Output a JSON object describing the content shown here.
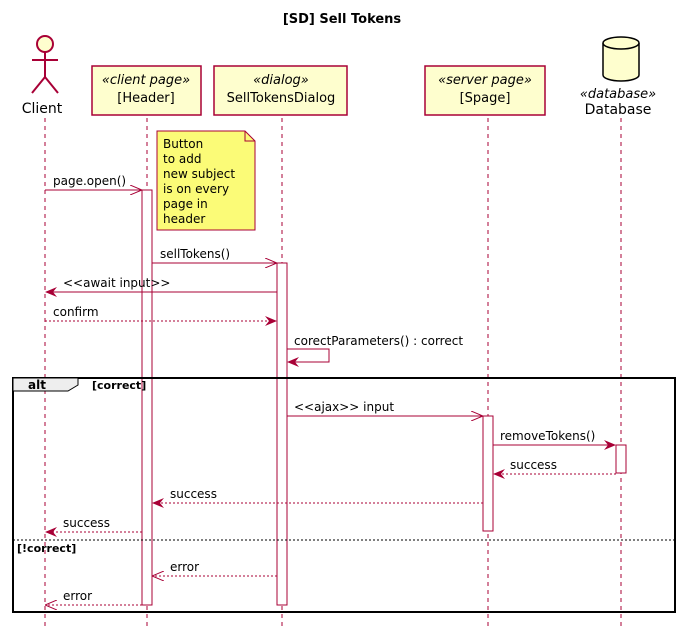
{
  "title": "[SD] Sell Tokens",
  "participants": [
    {
      "id": "client",
      "kind": "actor",
      "stereotype": "",
      "name": "Client"
    },
    {
      "id": "header",
      "kind": "box",
      "stereotype": "«client page»",
      "name": "[Header]"
    },
    {
      "id": "dialog",
      "kind": "box",
      "stereotype": "«dialog»",
      "name": "SellTokensDialog"
    },
    {
      "id": "spage",
      "kind": "box",
      "stereotype": "«server page»",
      "name": "[Spage]"
    },
    {
      "id": "database",
      "kind": "database",
      "stereotype": "«database»",
      "name": "Database"
    }
  ],
  "note": {
    "lines": [
      "Button",
      "to add",
      "new subject",
      "is on every",
      "page in",
      "header"
    ]
  },
  "messages": [
    {
      "from": "client",
      "to": "header",
      "label": "page.open()",
      "style": "async"
    },
    {
      "from": "header",
      "to": "dialog",
      "label": "sellTokens()",
      "style": "async"
    },
    {
      "from": "dialog",
      "to": "client",
      "label": "<<await input>>",
      "style": "sync"
    },
    {
      "from": "client",
      "to": "dialog",
      "label": "confirm",
      "style": "return"
    },
    {
      "from": "dialog",
      "to": "dialog",
      "label": "corectParameters() : correct",
      "style": "self"
    },
    {
      "from": "dialog",
      "to": "spage",
      "label": "<<ajax>> input",
      "style": "async"
    },
    {
      "from": "spage",
      "to": "database",
      "label": "removeTokens()",
      "style": "sync"
    },
    {
      "from": "database",
      "to": "spage",
      "label": "success",
      "style": "return"
    },
    {
      "from": "spage",
      "to": "header",
      "label": "success",
      "style": "return"
    },
    {
      "from": "header",
      "to": "client",
      "label": "success",
      "style": "return"
    },
    {
      "from": "dialog",
      "to": "header",
      "label": "error",
      "style": "return-open"
    },
    {
      "from": "header",
      "to": "client",
      "label": "error",
      "style": "return-open"
    }
  ],
  "fragment": {
    "operator": "alt",
    "guards": [
      "[correct]",
      "[!correct]"
    ]
  },
  "colors": {
    "line": "#a80036",
    "box_fill": "#fefece",
    "note_fill": "#fbfb77",
    "text": "#000000"
  }
}
